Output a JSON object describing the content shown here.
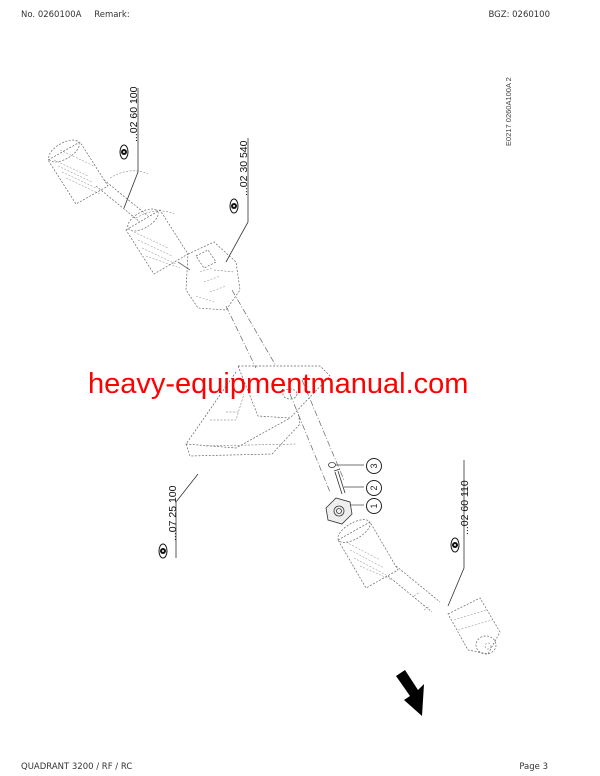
{
  "header": {
    "number": "No. 0260100A",
    "remark_label": "Remark:",
    "bgz": "BGZ: 0260100"
  },
  "drawing_code": "E0217 0260A100A 2",
  "references": [
    {
      "id": "ref-02-60-100",
      "label": "...02 60 100"
    },
    {
      "id": "ref-02-30-540",
      "label": "...02 30 540"
    },
    {
      "id": "ref-07-25-100",
      "label": "...07 25 100"
    },
    {
      "id": "ref-02-60-110",
      "label": "...02 60 110"
    }
  ],
  "callouts": [
    "1",
    "2",
    "3"
  ],
  "watermark": "heavy-equipmentmanual.com",
  "footer": {
    "model": "QUADRANT 3200 / RF / RC",
    "page": "Page 3"
  },
  "colors": {
    "watermark": "#ff0000",
    "line": "#555555",
    "text": "#222222"
  }
}
